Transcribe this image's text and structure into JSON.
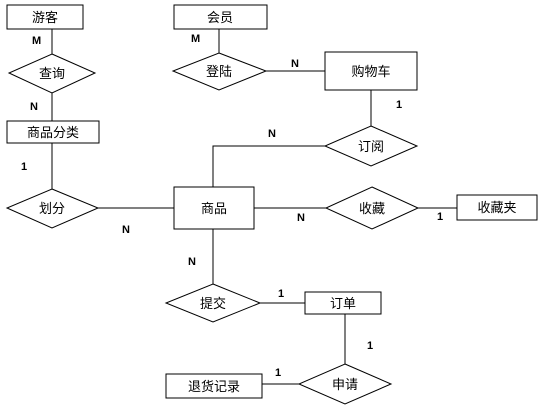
{
  "entities": {
    "tourist": "游客",
    "member": "会员",
    "cart": "购物车",
    "category": "商品分类",
    "product": "商品",
    "favorites": "收藏夹",
    "order": "订单",
    "return_record": "退货记录"
  },
  "relationships": {
    "query": "查询",
    "login": "登陆",
    "subscribe": "订阅",
    "divide": "划分",
    "collect": "收藏",
    "submit": "提交",
    "apply": "申请"
  },
  "cardinalities": {
    "tourist_query": "M",
    "query_category": "N",
    "member_login": "M",
    "login_cart": "N",
    "cart_subscribe": "1",
    "subscribe_product": "N",
    "category_divide": "1",
    "divide_product": "N",
    "product_collect": "N",
    "collect_favorites": "1",
    "product_submit": "N",
    "submit_order": "1",
    "order_apply": "1",
    "apply_return": "1"
  }
}
